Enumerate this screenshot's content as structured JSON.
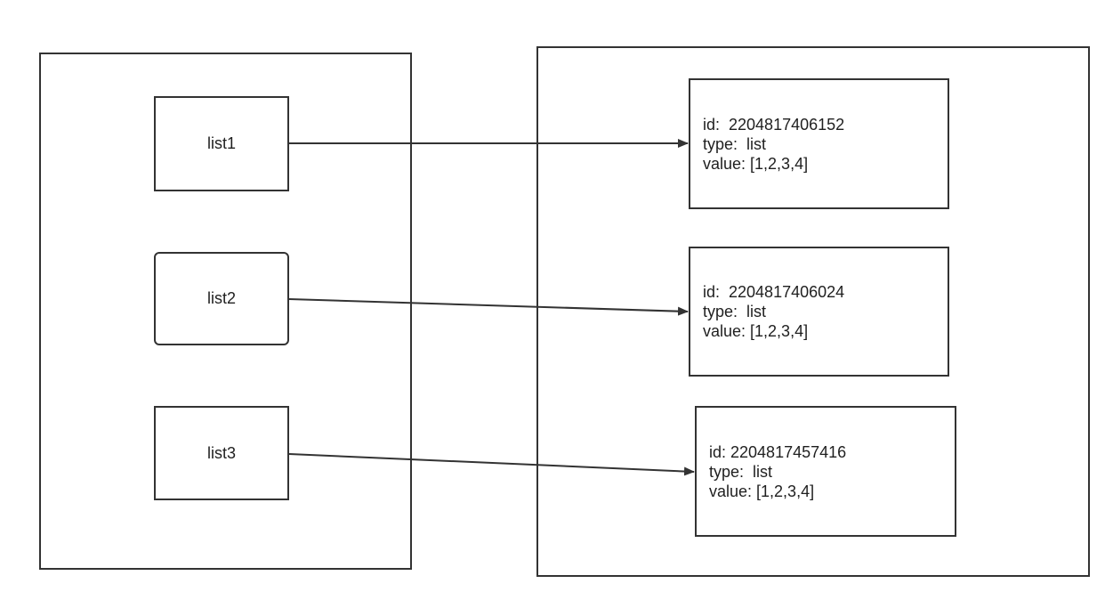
{
  "variables": [
    {
      "name": "list1"
    },
    {
      "name": "list2"
    },
    {
      "name": "list3"
    }
  ],
  "objects": [
    {
      "id_line": "id:  2204817406152",
      "type_line": "type:  list",
      "value_line": "value: [1,2,3,4]"
    },
    {
      "id_line": "id:  2204817406024",
      "type_line": "type:  list",
      "value_line": "value: [1,2,3,4]"
    },
    {
      "id_line": "id: 2204817457416",
      "type_line": "type:  list",
      "value_line": "value: [1,2,3,4]"
    }
  ],
  "colors": {
    "stroke": "#333333",
    "text": "#1f1f1f",
    "background": "#ffffff"
  }
}
